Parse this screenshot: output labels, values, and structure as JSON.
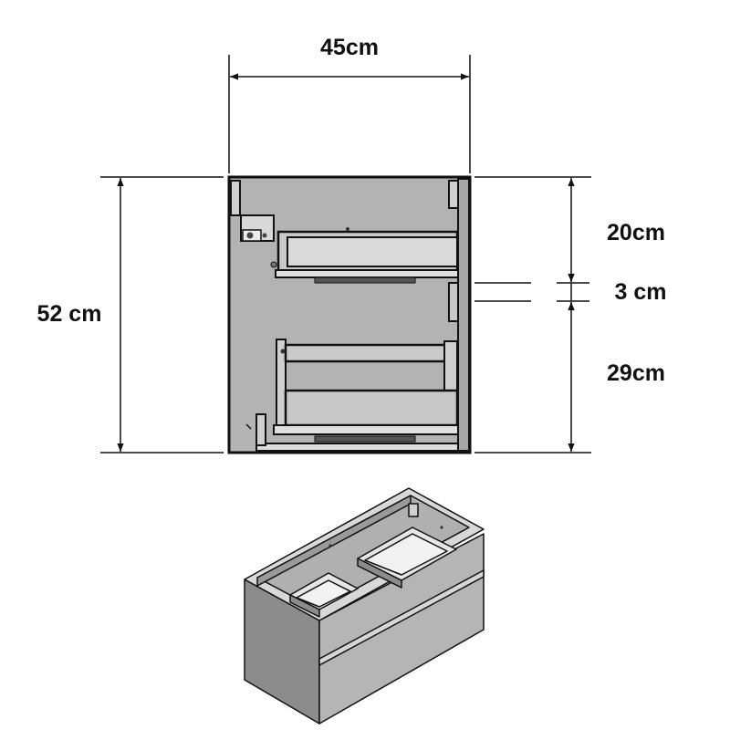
{
  "dimensions": {
    "width_label": "45cm",
    "height_label": "52 cm",
    "top_drawer_label": "20cm",
    "gap_label": "3 cm",
    "bottom_drawer_label": "29cm"
  },
  "colors": {
    "line": "#111111",
    "panel_fill": "#b3b3b3",
    "drawer_fill": "#c9c9c9",
    "light_fill": "#dadada",
    "dark_face": "#8c8c8c",
    "background": "#ffffff"
  }
}
